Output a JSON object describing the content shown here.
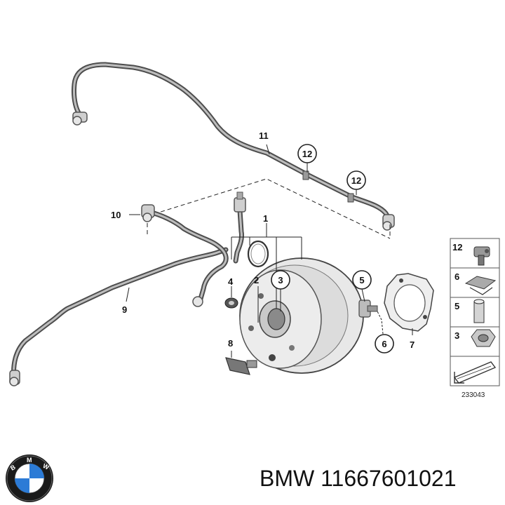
{
  "callouts": {
    "c1": "1",
    "c2": "2",
    "c3": "3",
    "c4": "4",
    "c5": "5",
    "c6": "6",
    "c7": "7",
    "c8": "8",
    "c9": "9",
    "c10": "10",
    "c11": "11",
    "c12a": "12",
    "c12b": "12"
  },
  "legend": {
    "items": [
      "12",
      "6",
      "5",
      "3"
    ],
    "diagram_id": "233043"
  },
  "footer": {
    "brand": "BMW",
    "part_number": "11667601021",
    "logo_letters": "BMW"
  }
}
